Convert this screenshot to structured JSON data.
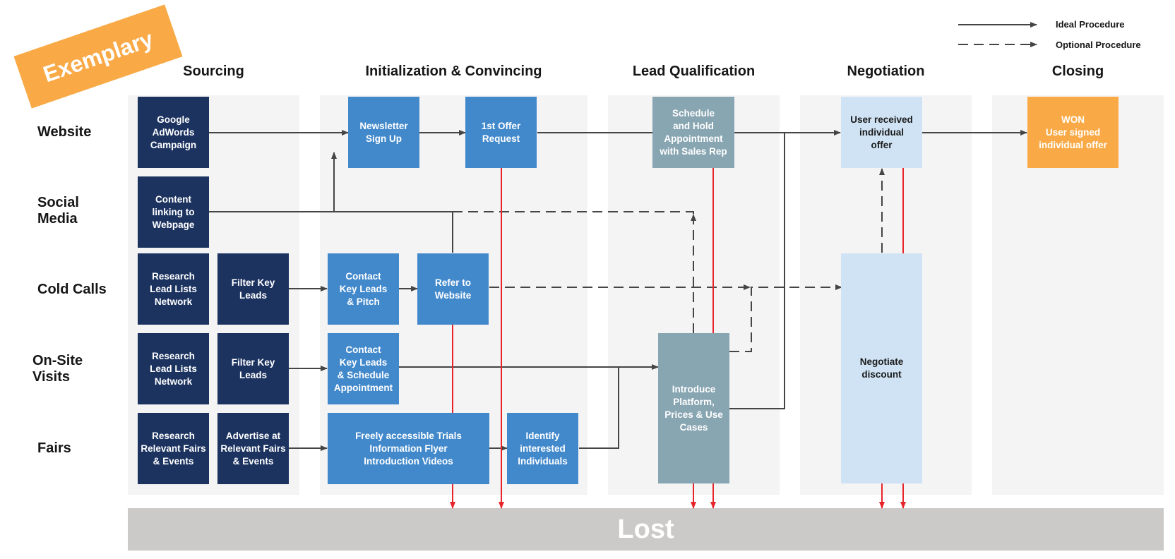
{
  "badge": "Exemplary",
  "legend": {
    "ideal": "Ideal Procedure",
    "optional": "Optional Procedure"
  },
  "stages": {
    "sourcing": "Sourcing",
    "init": "Initialization & Convincing",
    "qualification": "Lead Qualification",
    "negotiation": "Negotiation",
    "closing": "Closing"
  },
  "rows": {
    "website": "Website",
    "social": "Social\nMedia",
    "cold": "Cold Calls",
    "onsite": "On-Site\nVisits",
    "fairs": "Fairs"
  },
  "boxes": {
    "google_adwords": "Google\nAdWords\nCampaign",
    "content_linking": "Content\nlinking to\nWebpage",
    "research_cold": "Research\nLead Lists\nNetwork",
    "filter_cold": "Filter Key\nLeads",
    "research_onsite": "Research\nLead Lists\nNetwork",
    "filter_onsite": "Filter Key\nLeads",
    "research_fairs": "Research\nRelevant Fairs\n& Events",
    "advertise_fairs": "Advertise at\nRelevant Fairs\n& Events",
    "newsletter": "Newsletter\nSign Up",
    "offer_request": "1st Offer\nRequest",
    "contact_pitch": "Contact\nKey Leads\n& Pitch",
    "refer_website": "Refer to\nWebsite",
    "contact_schedule": "Contact\nKey Leads\n& Schedule\nAppointment",
    "trials": "Freely accessible Trials\nInformation Flyer\nIntroduction Videos",
    "identify": "Identify\ninterested\nIndividuals",
    "schedule_hold": "Schedule\nand Hold\nAppointment\nwith Sales Rep",
    "introduce": "Introduce\nPlatform,\nPrices & Use\nCases",
    "user_received": "User received\nindividual\noffer",
    "negotiate": "Negotiate\ndiscount",
    "won": "WON\nUser signed\nindividual offer"
  },
  "lost": "Lost",
  "colors": {
    "dark": "#1c3360",
    "mid": "#4289cc",
    "grey": "#88a5b2",
    "light": "#cfe3f4",
    "orange": "#f9aa47",
    "line": "#454545",
    "lost_line": "#e8242b"
  }
}
